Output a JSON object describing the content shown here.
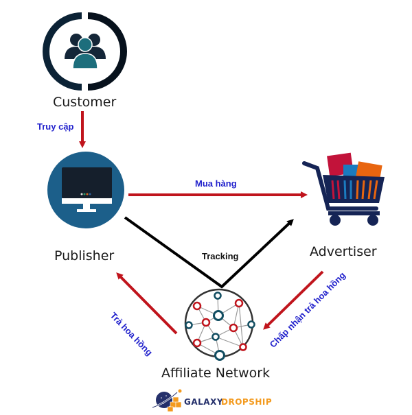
{
  "nodes": {
    "customer": {
      "label": "Customer",
      "icon": "customer-group-icon"
    },
    "publisher": {
      "label": "Publisher",
      "icon": "monitor-icon"
    },
    "advertiser": {
      "label": "Advertiser",
      "icon": "shopping-cart-icon"
    },
    "affiliate_network": {
      "label": "Affiliate Network",
      "icon": "network-globe-icon"
    }
  },
  "edges": {
    "access": {
      "label": "Truy cập",
      "from": "Customer",
      "to": "Publisher"
    },
    "purchase": {
      "label": "Mua hàng",
      "from": "Publisher",
      "to": "Advertiser"
    },
    "tracking": {
      "label": "Tracking",
      "from": "Publisher",
      "to": "Advertiser",
      "via": "Affiliate Network"
    },
    "pay_commission": {
      "label": "Trả hoa hồng",
      "from": "Affiliate Network",
      "to": "Publisher"
    },
    "accept_commission": {
      "label": "Chấp nhận trả hoa hồng",
      "from": "Advertiser",
      "to": "Affiliate Network"
    }
  },
  "logo": {
    "part1": "GALAXY",
    "part2": "DROPSHIP"
  },
  "colors": {
    "arrow_red": "#c0141c",
    "arrow_black": "#000000",
    "label_blue": "#2222cc",
    "navy": "#0f1f3a",
    "teal": "#1d6e7c",
    "publisher_blue": "#1c5f8a",
    "logo_orange": "#f39a1e"
  }
}
